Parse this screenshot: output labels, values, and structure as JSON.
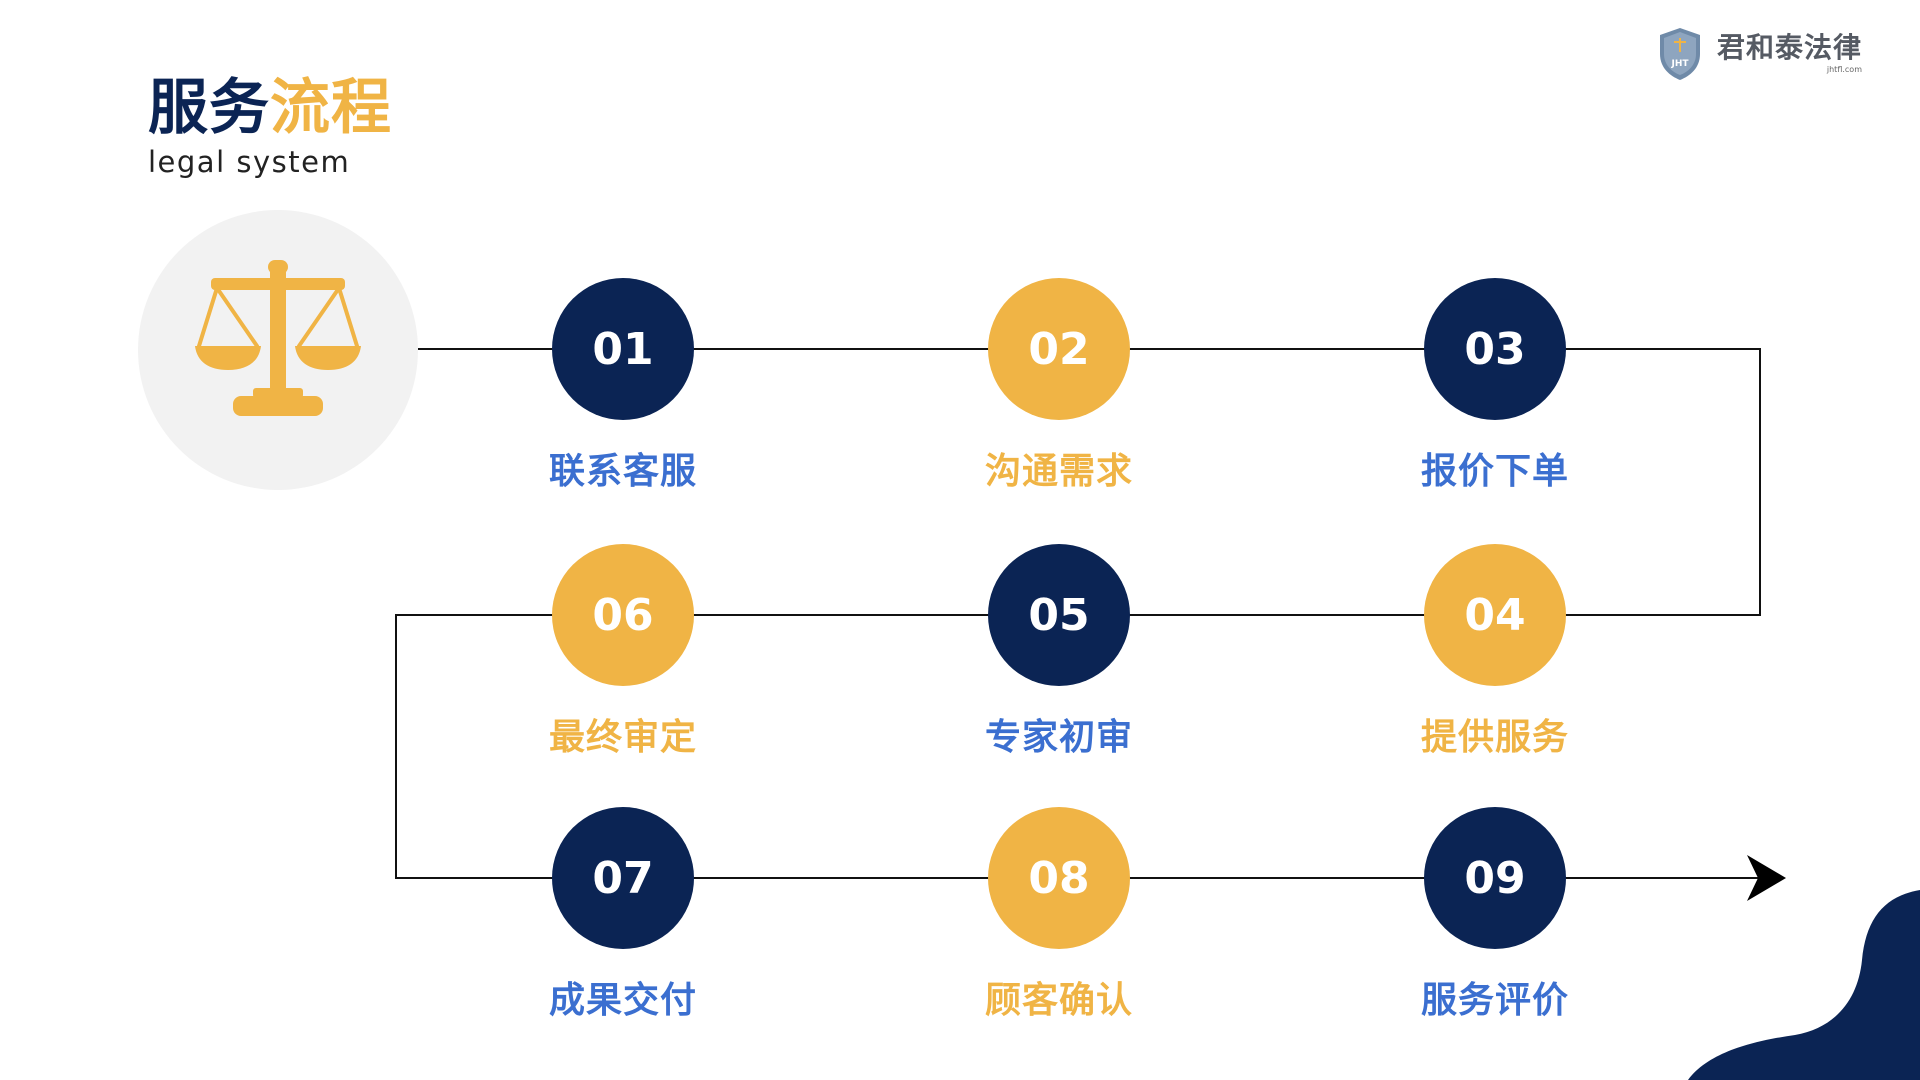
{
  "header": {
    "title_part_a": "服务",
    "title_part_b": "流程",
    "subtitle": "legal system"
  },
  "logo": {
    "name": "君和泰法律",
    "domain": "jhtfl.com",
    "shield_letters": "JHT"
  },
  "colors": {
    "navy": "#0b2454",
    "gold": "#f0b445",
    "label_blue": "#3b6fd0",
    "circle_bg": "#f2f2f2"
  },
  "icons": {
    "hero": "scale-of-justice-icon",
    "logo": "shield-icon",
    "flow_end": "arrow-right-icon"
  },
  "steps": [
    {
      "number": "01",
      "label": "联系客服"
    },
    {
      "number": "02",
      "label": "沟通需求"
    },
    {
      "number": "03",
      "label": "报价下单"
    },
    {
      "number": "04",
      "label": "提供服务"
    },
    {
      "number": "05",
      "label": "专家初审"
    },
    {
      "number": "06",
      "label": "最终审定"
    },
    {
      "number": "07",
      "label": "成果交付"
    },
    {
      "number": "08",
      "label": "顾客确认"
    },
    {
      "number": "09",
      "label": "服务评价"
    }
  ]
}
